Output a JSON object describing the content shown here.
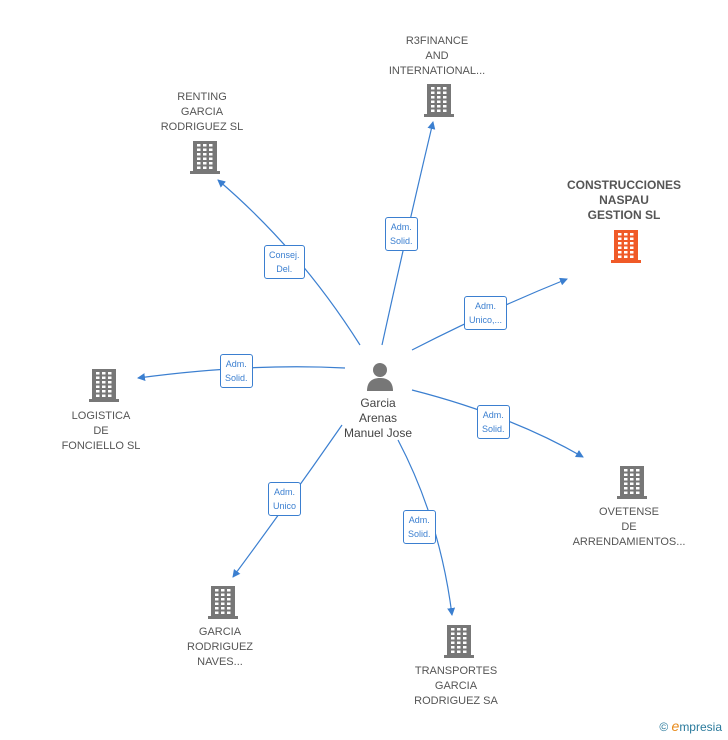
{
  "center": {
    "name": "Garcia\nArenas\nManuel Jose"
  },
  "colors": {
    "edge": "#3b7fd0",
    "building": "#777777",
    "building_highlight": "#f05a28"
  },
  "nodes": [
    {
      "id": "renting",
      "label": "RENTING\nGARCIA\nRODRIGUEZ  SL",
      "relation": "Consej.\nDel.",
      "highlight": false
    },
    {
      "id": "r3finance",
      "label": "R3FINANCE\nAND\nINTERNATIONAL...",
      "relation": "Adm.\nSolid.",
      "highlight": false
    },
    {
      "id": "construcciones",
      "label": "CONSTRUCCIONES\nNASPAU\nGESTION  SL",
      "relation": "Adm.\nUnico,...",
      "highlight": true
    },
    {
      "id": "logistica",
      "label": "LOGISTICA\nDE\nFONCIELLO SL",
      "relation": "Adm.\nSolid.",
      "highlight": false
    },
    {
      "id": "ovetense",
      "label": "OVETENSE\nDE\nARRENDAMIENTOS...",
      "relation": "Adm.\nSolid.",
      "highlight": false
    },
    {
      "id": "naves",
      "label": "GARCIA\nRODRIGUEZ\nNAVES...",
      "relation": "Adm.\nUnico",
      "highlight": false
    },
    {
      "id": "transportes",
      "label": "TRANSPORTES\nGARCIA\nRODRIGUEZ SA",
      "relation": "Adm.\nSolid.",
      "highlight": false
    }
  ],
  "footer": {
    "copyright": "©",
    "brand_initial": "e",
    "brand_rest": "mpresia"
  }
}
